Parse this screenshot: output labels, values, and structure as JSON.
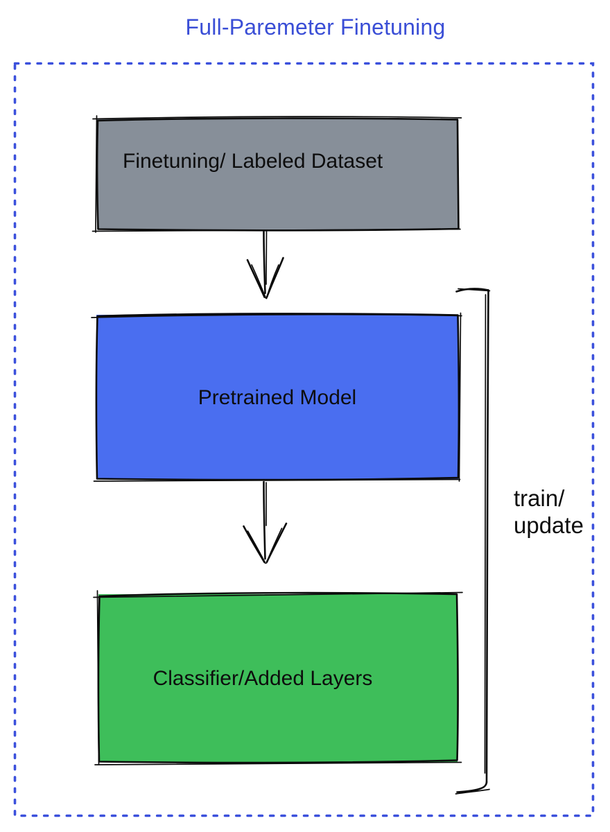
{
  "title": "Full-Paremeter Finetuning",
  "diagram": {
    "nodes": [
      {
        "id": "finetuning-dataset",
        "label": "Finetuning/ Labeled Dataset",
        "fill": "#878F99"
      },
      {
        "id": "pretrained-model",
        "label": "Pretrained Model",
        "fill": "#4A6EF0"
      },
      {
        "id": "classifier-added-layers",
        "label": "Classifier/Added Layers",
        "fill": "#3EBE5A"
      }
    ],
    "edges": [
      {
        "from": "finetuning-dataset",
        "to": "pretrained-model",
        "style": "sketch-arrow-down"
      },
      {
        "from": "pretrained-model",
        "to": "classifier-added-layers",
        "style": "sketch-arrow-down"
      }
    ],
    "bracket": {
      "line1": "train/",
      "line2": "update"
    },
    "colors": {
      "title_text": "#3A4ED6",
      "dotted_border": "#3B50DC",
      "sketch_ink": "#0B0B0B",
      "label_text": "#0D0D0D"
    }
  }
}
